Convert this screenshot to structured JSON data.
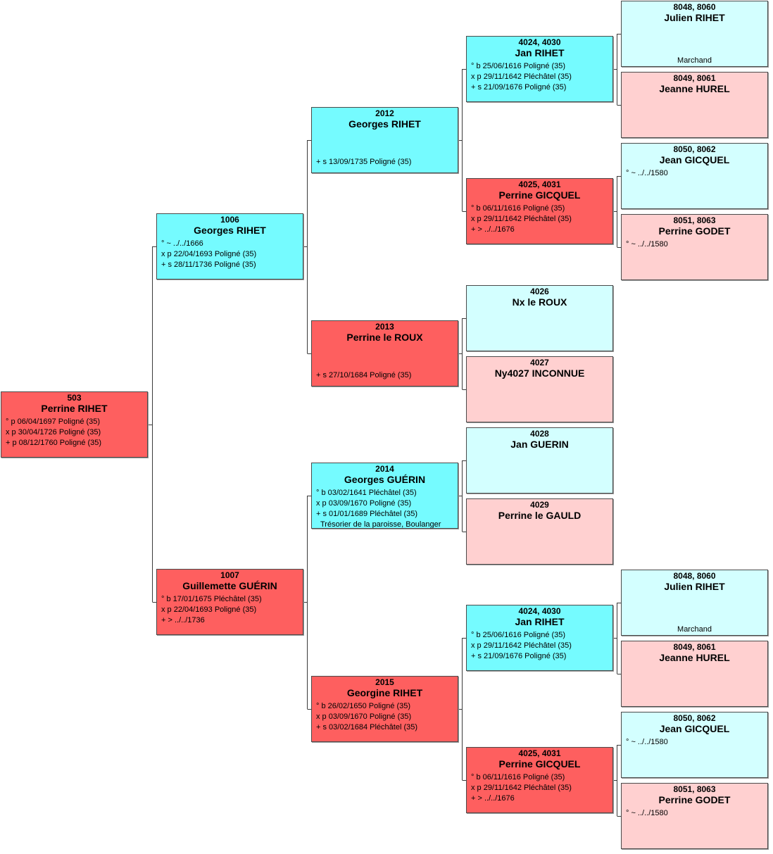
{
  "people": {
    "p503": {
      "number": "503",
      "name": "Perrine RIHET",
      "events": [
        "° p 06/04/1697 Poligné (35)",
        "x p 30/04/1726 Poligné (35)",
        "+ p 08/12/1760 Poligné (35)"
      ]
    },
    "p1006": {
      "number": "1006",
      "name": "Georges RIHET",
      "events": [
        "° ~ ../../1666",
        "x p 22/04/1693 Poligné (35)",
        "+ s 28/11/1736 Poligné (35)"
      ]
    },
    "p1007": {
      "number": "1007",
      "name": "Guillemette GUÉRIN",
      "events": [
        "° b 17/01/1675 Pléchâtel (35)",
        "x p 22/04/1693 Poligné (35)",
        "+ > ../../1736"
      ]
    },
    "p2012": {
      "number": "2012",
      "name": "Georges RIHET",
      "events": [
        "+ s 13/09/1735 Poligné (35)"
      ]
    },
    "p2013": {
      "number": "2013",
      "name": "Perrine le ROUX",
      "events": [
        "+ s 27/10/1684 Poligné (35)"
      ]
    },
    "p2014": {
      "number": "2014",
      "name": "Georges GUÉRIN",
      "events": [
        "° b 03/02/1641 Pléchâtel (35)",
        "x p 03/09/1670 Poligné (35)",
        "+ s 01/01/1689 Pléchâtel (35)"
      ],
      "occupation": "Trésorier de la paroisse, Boulanger"
    },
    "p2015": {
      "number": "2015",
      "name": "Georgine RIHET",
      "events": [
        "° b 26/02/1650 Poligné (35)",
        "x p 03/09/1670 Poligné (35)",
        "+ s 03/02/1684 Pléchâtel (35)"
      ]
    },
    "p4024a": {
      "number": "4024, 4030",
      "name": "Jan RIHET",
      "events": [
        "° b 25/06/1616 Poligné (35)",
        "x p 29/11/1642 Pléchâtel (35)",
        "+ s 21/09/1676 Poligné (35)"
      ]
    },
    "p4025a": {
      "number": "4025, 4031",
      "name": "Perrine GICQUEL",
      "events": [
        "° b 06/11/1616 Poligné (35)",
        "x p 29/11/1642 Pléchâtel (35)",
        "+ > ../../1676"
      ]
    },
    "p4026": {
      "number": "4026",
      "name": "Nx le ROUX",
      "events": []
    },
    "p4027": {
      "number": "4027",
      "name": "Ny4027 INCONNUE",
      "events": []
    },
    "p4028": {
      "number": "4028",
      "name": "Jan GUERIN",
      "events": []
    },
    "p4029": {
      "number": "4029",
      "name": "Perrine le GAULD",
      "events": []
    },
    "p4024b": {
      "number": "4024, 4030",
      "name": "Jan RIHET",
      "events": [
        "° b 25/06/1616 Poligné (35)",
        "x p 29/11/1642 Pléchâtel (35)",
        "+ s 21/09/1676 Poligné (35)"
      ]
    },
    "p4025b": {
      "number": "4025, 4031",
      "name": "Perrine GICQUEL",
      "events": [
        "° b 06/11/1616 Poligné (35)",
        "x p 29/11/1642 Pléchâtel (35)",
        "+ > ../../1676"
      ]
    },
    "p8048a": {
      "number": "8048, 8060",
      "name": "Julien RIHET",
      "events": [],
      "occupation": "Marchand"
    },
    "p8049a": {
      "number": "8049, 8061",
      "name": "Jeanne HUREL",
      "events": []
    },
    "p8050a": {
      "number": "8050, 8062",
      "name": "Jean GICQUEL",
      "events": [
        "° ~ ../../1580"
      ]
    },
    "p8051a": {
      "number": "8051, 8063",
      "name": "Perrine GODET",
      "events": [
        "° ~ ../../1580"
      ]
    },
    "p8048b": {
      "number": "8048, 8060",
      "name": "Julien RIHET",
      "events": [],
      "occupation": "Marchand"
    },
    "p8049b": {
      "number": "8049, 8061",
      "name": "Jeanne HUREL",
      "events": []
    },
    "p8050b": {
      "number": "8050, 8062",
      "name": "Jean GICQUEL",
      "events": [
        "° ~ ../../1580"
      ]
    },
    "p8051b": {
      "number": "8051, 8063",
      "name": "Perrine GODET",
      "events": [
        "° ~ ../../1580"
      ]
    }
  },
  "colors": {
    "male": "#75fbff",
    "female": "#fe5f5f",
    "male_light": "#d3ffff",
    "female_light": "#ffd0d0",
    "connector": "#3a3a3a"
  }
}
